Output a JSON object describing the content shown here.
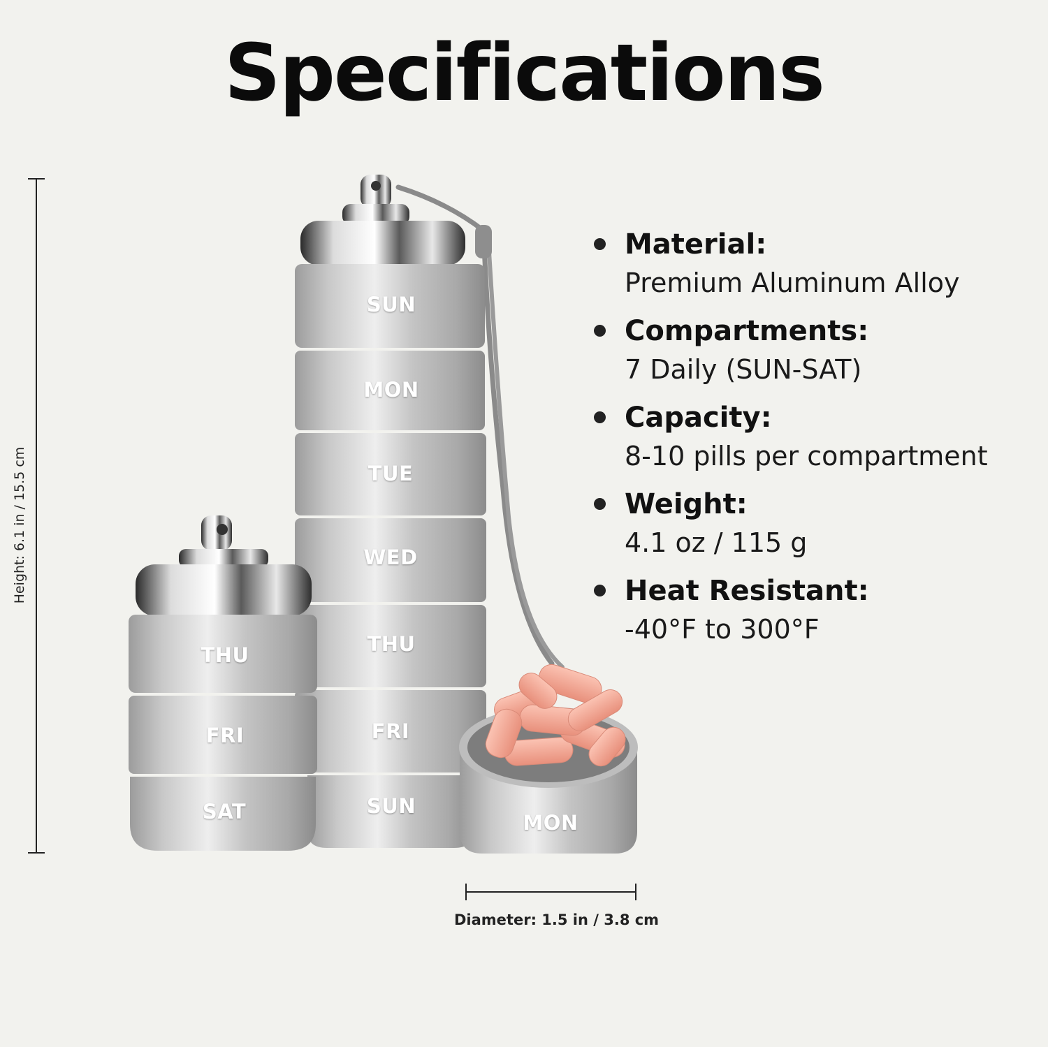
{
  "title": "Specifications",
  "dimensions": {
    "height_label": "Height: 6.1 in / 15.5 cm",
    "diameter_label": "Diameter: 1.5 in / 3.8 cm"
  },
  "specs": [
    {
      "label": "Material:",
      "value": "Premium Aluminum Alloy"
    },
    {
      "label": "Compartments:",
      "value": "7 Daily (SUN-SAT)"
    },
    {
      "label": "Capacity:",
      "value": "8-10 pills per compartment"
    },
    {
      "label": "Weight:",
      "value": "4.1 oz / 115 g"
    },
    {
      "label": "Heat Resistant:",
      "value": "-40°F to 300°F"
    }
  ],
  "tall_case_days": [
    "SUN",
    "MON",
    "TUE",
    "WED",
    "THU",
    "FRI",
    "SUN"
  ],
  "short_case_days": [
    "THU",
    "FRI",
    "SAT"
  ],
  "open_compartment_day": "MON",
  "colors": {
    "metal": "#b9b9b9",
    "pill": "#f3a795",
    "cord": "#8a8a8a"
  }
}
